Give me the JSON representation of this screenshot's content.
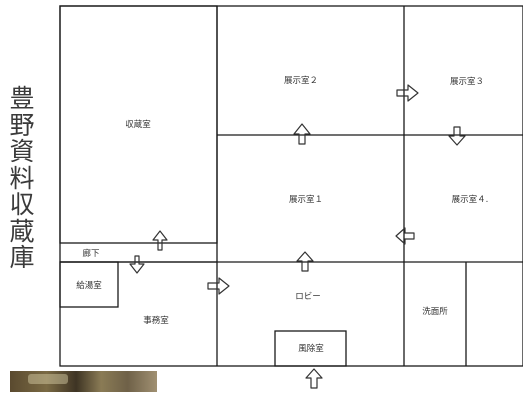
{
  "title": "豊野資料収蔵庫",
  "rooms": {
    "storage": "収蔵室",
    "exhibit2": "展示室２",
    "exhibit3": "展示室３",
    "exhibit1": "展示室１",
    "exhibit4": "展示室４.",
    "corridor": "廊下",
    "kitchen": "給湯室",
    "office": "事務室",
    "lobby": "ロビー",
    "washroom": "洗面所",
    "windbreak": "風除室"
  },
  "colors": {
    "wall": "#1a1a1a",
    "arrow": "#333333",
    "text": "#333333"
  }
}
